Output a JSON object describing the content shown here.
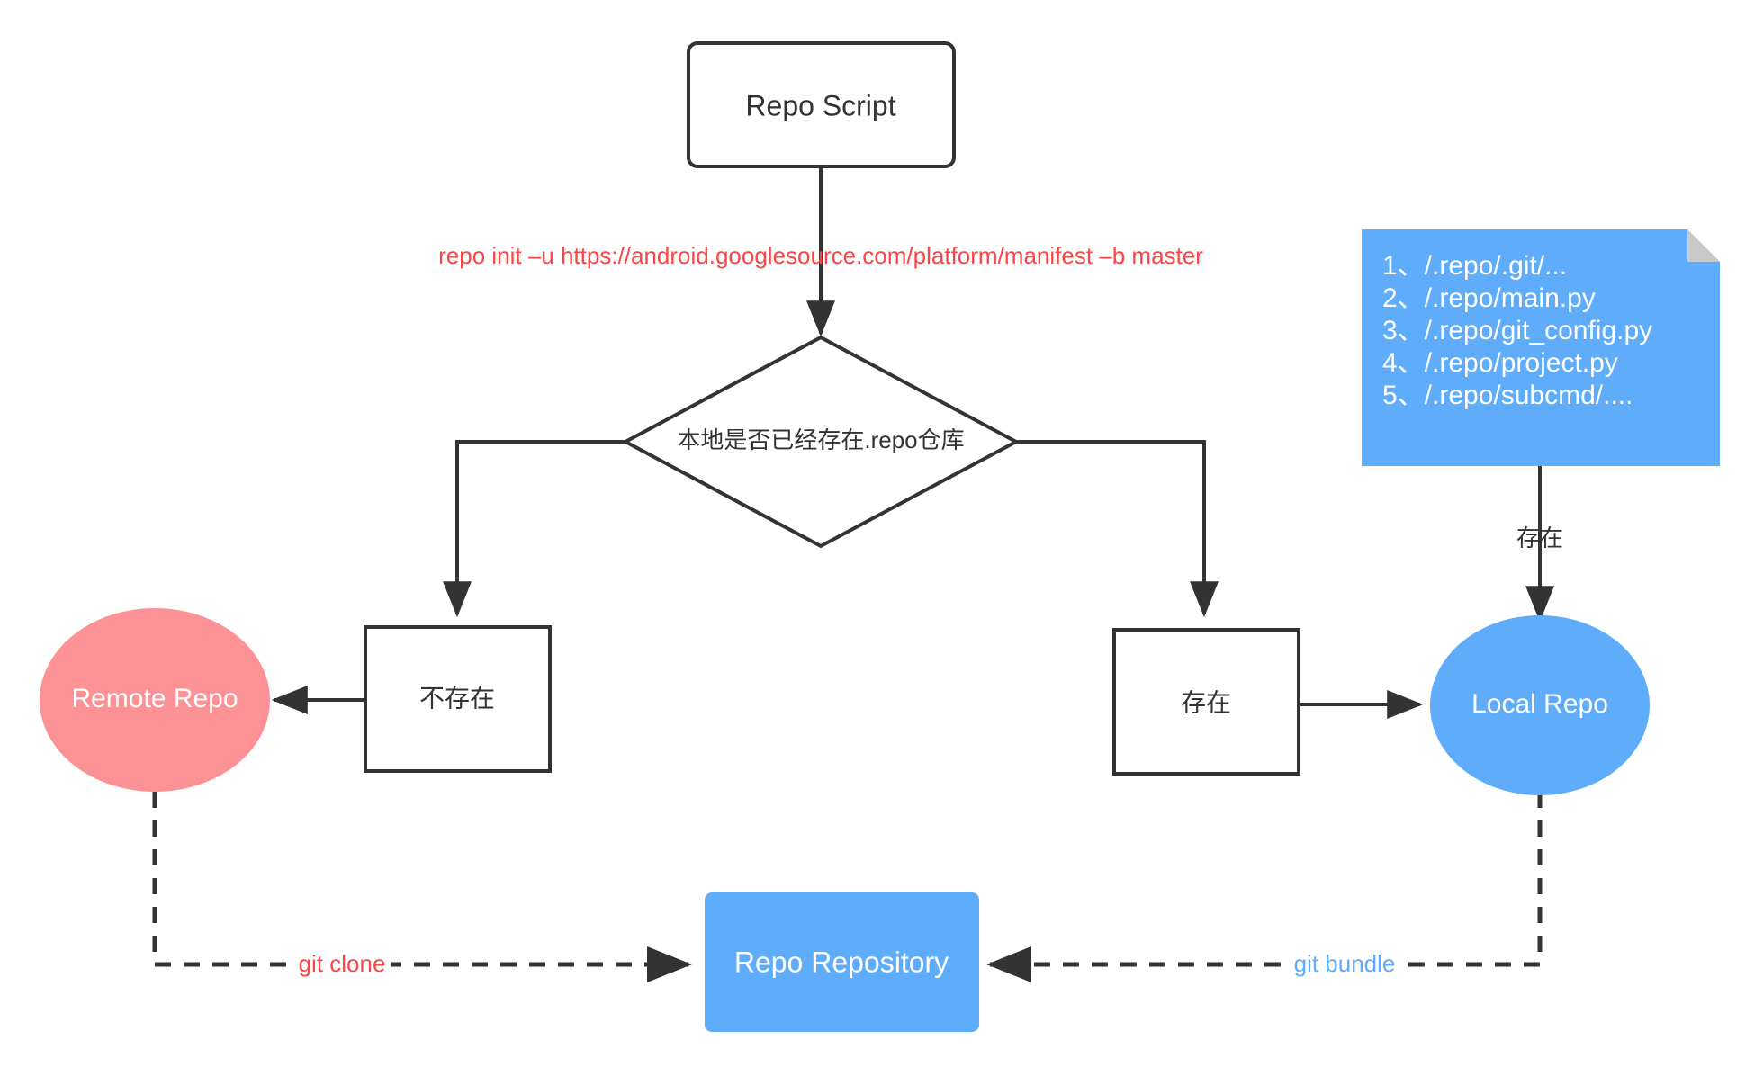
{
  "diagram": {
    "title": "Repo Script flow",
    "colors": {
      "stroke": "#333333",
      "blue": "#5FACFB",
      "pink": "#FC9295",
      "note_fold": "#C9C9C9",
      "red_text": "#FC4545",
      "blue_text": "#5FACFB",
      "dark_text": "#333333",
      "white_text": "#FFFFFF",
      "background": "#FFFFFF"
    },
    "nodes": {
      "repo_script": {
        "label": "Repo Script",
        "shape": "rounded-rect"
      },
      "decision": {
        "label": "本地是否已经存在.repo仓库",
        "shape": "diamond"
      },
      "not_exists": {
        "label": "不存在",
        "shape": "rect"
      },
      "exists": {
        "label": "存在",
        "shape": "rect"
      },
      "remote_repo": {
        "label": "Remote Repo",
        "shape": "ellipse"
      },
      "local_repo": {
        "label": "Local Repo",
        "shape": "ellipse"
      },
      "repo_repository": {
        "label": "Repo Repository",
        "shape": "rounded-rect"
      }
    },
    "note": {
      "lines": [
        "1、/.repo/.git/...",
        "2、/.repo/main.py",
        "3、/.repo/git_config.py",
        "4、/.repo/project.py",
        "5、/.repo/subcmd/...."
      ]
    },
    "edge_labels": {
      "repo_init_command": "repo init –u https://android.googlesource.com/platform/manifest –b master",
      "note_to_local": "存在",
      "git_clone": "git clone",
      "git_bundle": "git bundle"
    }
  }
}
